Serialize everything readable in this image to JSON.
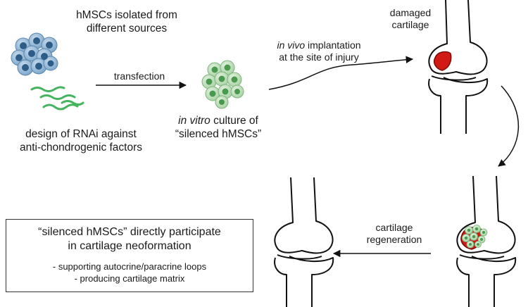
{
  "labels": {
    "source_line1": "hMSCs isolated from",
    "source_line2": "different  sources",
    "rnai_line1": "design of RNAi against",
    "rnai_line2": "anti-chondrogenic factors",
    "transfection": "transfection",
    "culture_italic": "in vitro",
    "culture_rest": " culture of",
    "culture_line2": "“silenced hMSCs”",
    "implant_italic": "in vivo",
    "implant_rest": " implantation",
    "implant_line2": "at the site of injury",
    "damaged_line1": "damaged",
    "damaged_line2": "cartilage",
    "regen_line1": "cartilage",
    "regen_line2": "regeneration"
  },
  "summary": {
    "line1": "“silenced hMSCs” directly participate",
    "line2": "in cartilage neoformation",
    "bullet1": "- supporting autocrine/paracrine loops",
    "bullet2": "- producing cartilage matrix"
  },
  "colors": {
    "blue_cell": "#6f9cc3",
    "blue_nucleus": "#2d5d86",
    "green_cell": "#b8dcb6",
    "green_nucleus": "#4a9a4e",
    "rnai": "#46b45e",
    "lesion": "#d11a14"
  }
}
